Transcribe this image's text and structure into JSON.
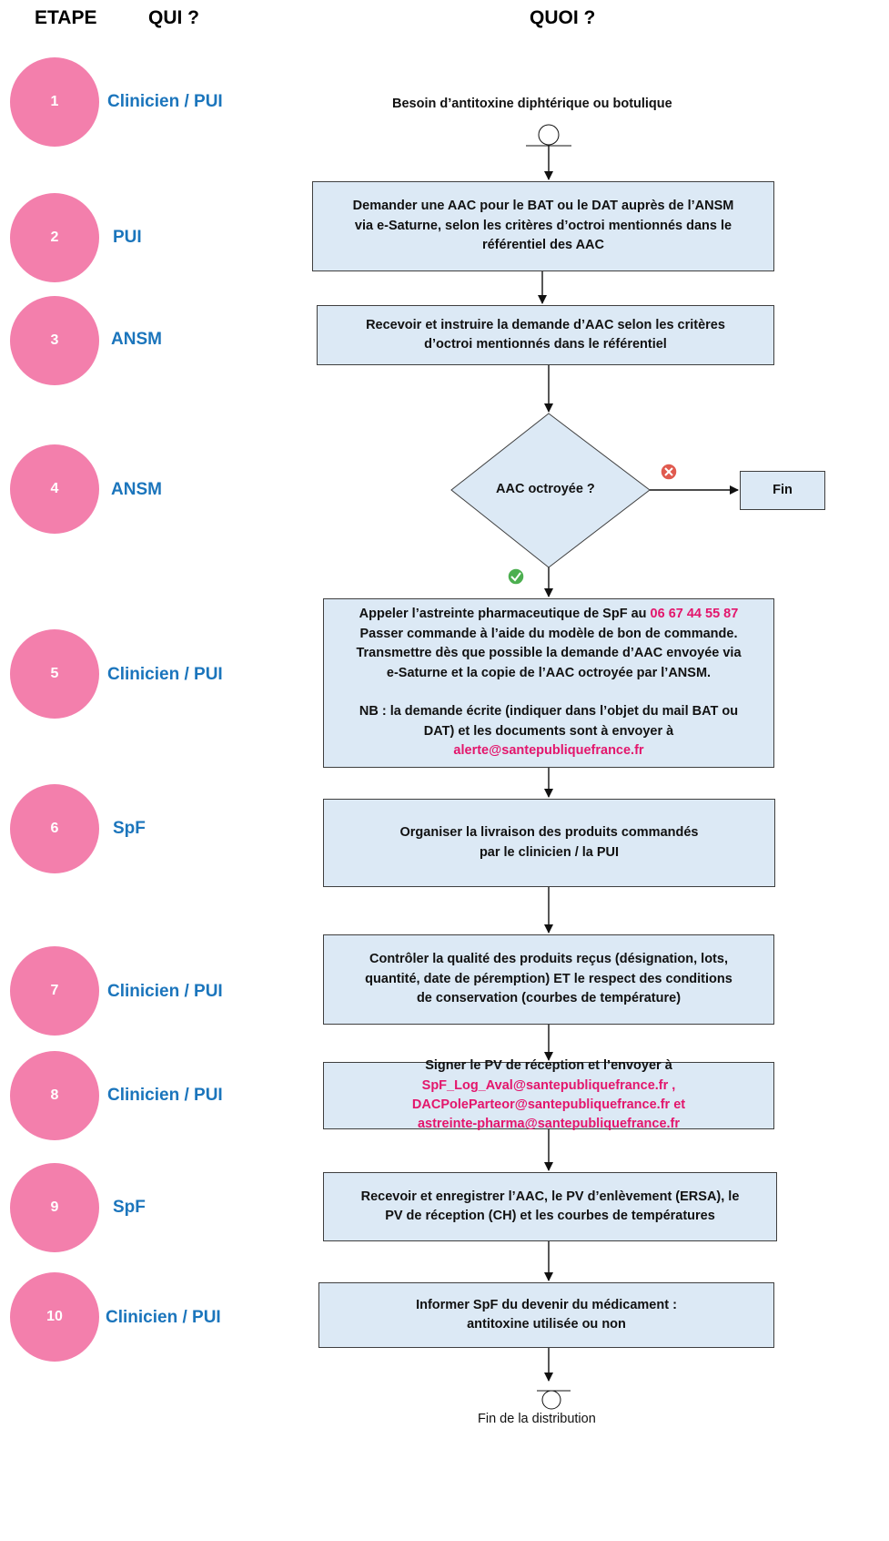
{
  "headers": {
    "etape": "ETAPE",
    "qui": "QUI ?",
    "quoi": "QUOI ?"
  },
  "steps": [
    {
      "num": "1",
      "who": "Clinicien / PUI"
    },
    {
      "num": "2",
      "who": "PUI"
    },
    {
      "num": "3",
      "who": "ANSM"
    },
    {
      "num": "4",
      "who": "ANSM"
    },
    {
      "num": "5",
      "who": "Clinicien / PUI"
    },
    {
      "num": "6",
      "who": "SpF"
    },
    {
      "num": "7",
      "who": "Clinicien / PUI"
    },
    {
      "num": "8",
      "who": "Clinicien / PUI"
    },
    {
      "num": "9",
      "who": "SpF"
    },
    {
      "num": "10",
      "who": "Clinicien / PUI"
    }
  ],
  "flow": {
    "start_label": "Besoin d’antitoxine diphtérique ou botulique",
    "box2": [
      "Demander une AAC pour le BAT ou le DAT auprès de l’ANSM",
      "via e-Saturne, selon les critères d’octroi mentionnés dans le",
      "référentiel des AAC"
    ],
    "box3": [
      "Recevoir et instruire la demande d’AAC selon les critères",
      "d’octroi mentionnés dans le référentiel"
    ],
    "decision": "AAC octroyée ?",
    "end_no": "Fin",
    "box5": {
      "line1_prefix": "Appeler l’astreinte pharmaceutique de SpF au",
      "phone": "06 67 44 55 87",
      "line2": "Passer commande à l’aide du modèle de bon de commande.",
      "line3": "Transmettre dès que possible la demande d’AAC envoyée via",
      "line4": "e-Saturne et la copie de l’AAC octroyée par l’ANSM.",
      "nb1": "NB : la demande écrite (indiquer dans l’objet du mail BAT ou",
      "nb2": "DAT) et les documents sont à envoyer à",
      "email": "alerte@santepubliquefrance.fr"
    },
    "box6": [
      "Organiser la livraison des produits commandés",
      "par le clinicien / la PUI"
    ],
    "box7": [
      "Contrôler la qualité des produits reçus (désignation, lots,",
      "quantité, date de péremption) ET le respect des conditions",
      "de conservation (courbes de température)"
    ],
    "box8": {
      "line1": "Signer le PV de réception et l’envoyer à",
      "email1": "SpF_Log_Aval@santepubliquefrance.fr ,",
      "email2": "DACPoleParteor@santepubliquefrance.fr et",
      "email3": "astreinte-pharma@santepubliquefrance.fr"
    },
    "box9": [
      "Recevoir et enregistrer l’AAC, le PV d’enlèvement (ERSA), le",
      "PV de réception (CH) et les courbes de températures"
    ],
    "box10": [
      "Informer SpF du devenir du médicament :",
      "antitoxine utilisée ou non"
    ],
    "end_label": "Fin de la distribution"
  },
  "colors": {
    "circle": "#f37fac",
    "who": "#1b75bc",
    "box": "#dce9f5",
    "highlight": "#e3166c",
    "no_icon": "#e05a4f",
    "yes_icon": "#4caf50"
  },
  "icons": {
    "no": "cross-circle-icon",
    "yes": "check-circle-icon"
  }
}
